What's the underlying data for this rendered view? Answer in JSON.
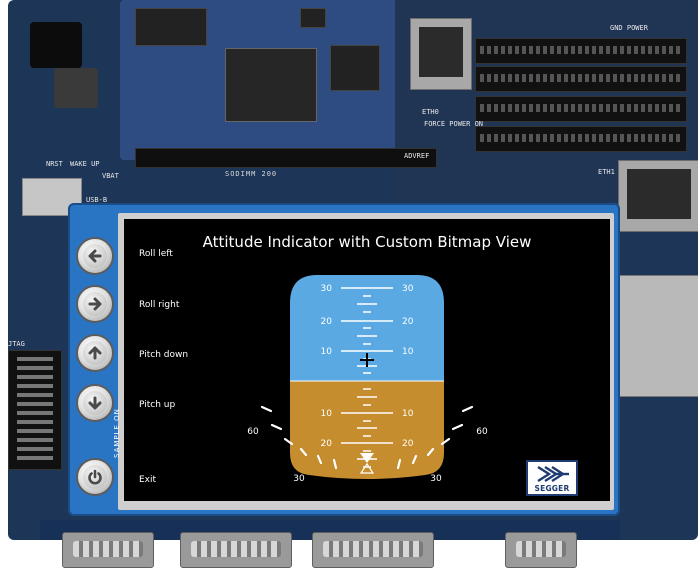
{
  "board": {
    "labels": {
      "sodimm": "SODIMM 200",
      "eth0": "ETH0",
      "eth1": "ETH1",
      "force_power_on": "FORCE POWER ON",
      "gnd_power": "GND POWER",
      "vbat": "VBAT",
      "nrst": "NRST",
      "wake_up": "WAKE UP",
      "usb_b": "USB-B",
      "advref": "ADVREF",
      "jtag": "JTAG"
    }
  },
  "screen": {
    "title": "Attitude Indicator with Custom Bitmap View",
    "buttons": [
      {
        "label": "Roll left",
        "icon": "arrow-left-icon"
      },
      {
        "label": "Roll right",
        "icon": "arrow-right-icon"
      },
      {
        "label": "Pitch down",
        "icon": "arrow-up-icon"
      },
      {
        "label": "Pitch up",
        "icon": "arrow-down-icon"
      },
      {
        "label": "Exit",
        "icon": "power-icon"
      }
    ],
    "side_label": "SAMPLE ON"
  },
  "indicator": {
    "sky_color": "#5aa9e2",
    "ground_color": "#c68d2f",
    "pitch_labels_upper": [
      "30",
      "20",
      "10"
    ],
    "pitch_labels_lower": [
      "10",
      "20"
    ],
    "bank_labels": [
      "60",
      "30",
      "30",
      "60"
    ]
  },
  "logo": {
    "text": "SEGGER",
    "color": "#1e3c72"
  }
}
